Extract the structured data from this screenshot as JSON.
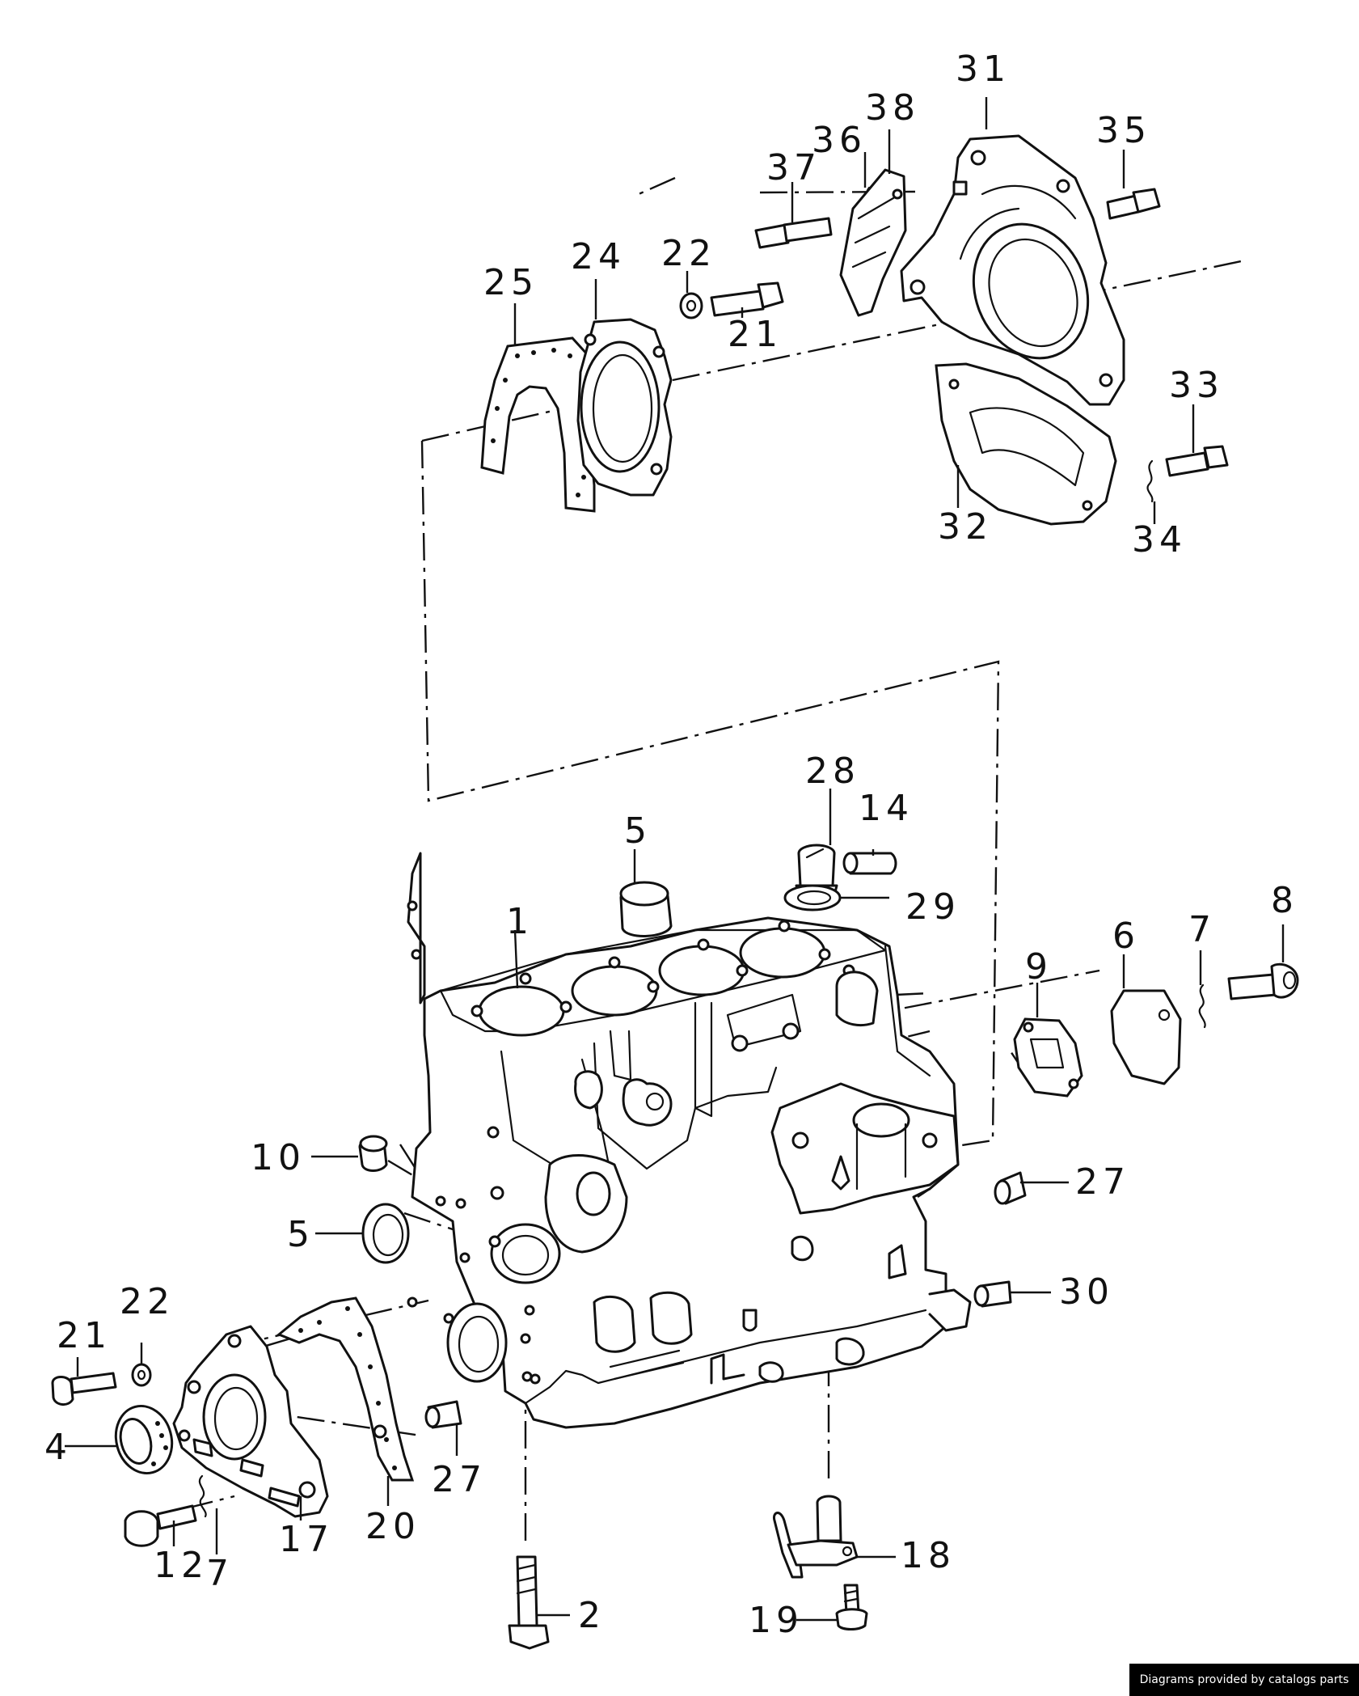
{
  "callouts": [
    "31",
    "35",
    "38",
    "36",
    "37",
    "22",
    "21",
    "24",
    "25",
    "33",
    "32",
    "34",
    "28",
    "14",
    "29",
    "5",
    "1",
    "9",
    "6",
    "7",
    "8",
    "10",
    "27",
    "5",
    "30",
    "21",
    "22",
    "4",
    "27",
    "12",
    "7",
    "17",
    "20",
    "18",
    "2",
    "19"
  ],
  "credit": "Diagrams provided by catalogs parts"
}
